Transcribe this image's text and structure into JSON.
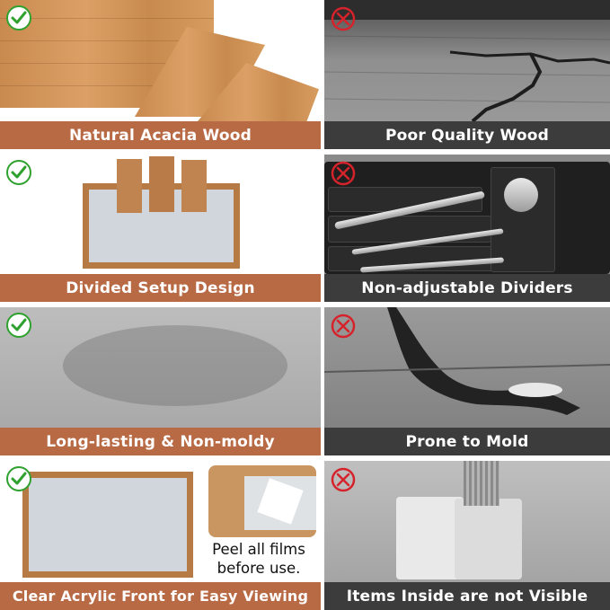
{
  "panels": [
    {
      "side": "good",
      "label": "Natural Acacia Wood",
      "icon": "green-check-icon"
    },
    {
      "side": "bad",
      "label": "Poor Quality Wood",
      "icon": "red-cross-icon"
    },
    {
      "side": "good",
      "label": "Divided Setup Design",
      "icon": "green-check-icon"
    },
    {
      "side": "bad",
      "label": "Non-adjustable Dividers",
      "icon": "red-cross-icon"
    },
    {
      "side": "good",
      "label": "Long-lasting & Non-moldy",
      "icon": "green-check-icon"
    },
    {
      "side": "bad",
      "label": "Prone to Mold",
      "icon": "red-cross-icon"
    },
    {
      "side": "good",
      "label": "Clear Acrylic Front for Easy Viewing",
      "icon": "green-check-icon"
    },
    {
      "side": "bad",
      "label": "Items Inside are not Visible",
      "icon": "red-cross-icon"
    }
  ],
  "peel_note": {
    "line1": "Peel all films",
    "line2": "before use."
  },
  "colors": {
    "good_bar": "#b86a45",
    "bad_bar": "#3c3c3c",
    "check": "#2fa12f",
    "cross": "#d6232b"
  }
}
